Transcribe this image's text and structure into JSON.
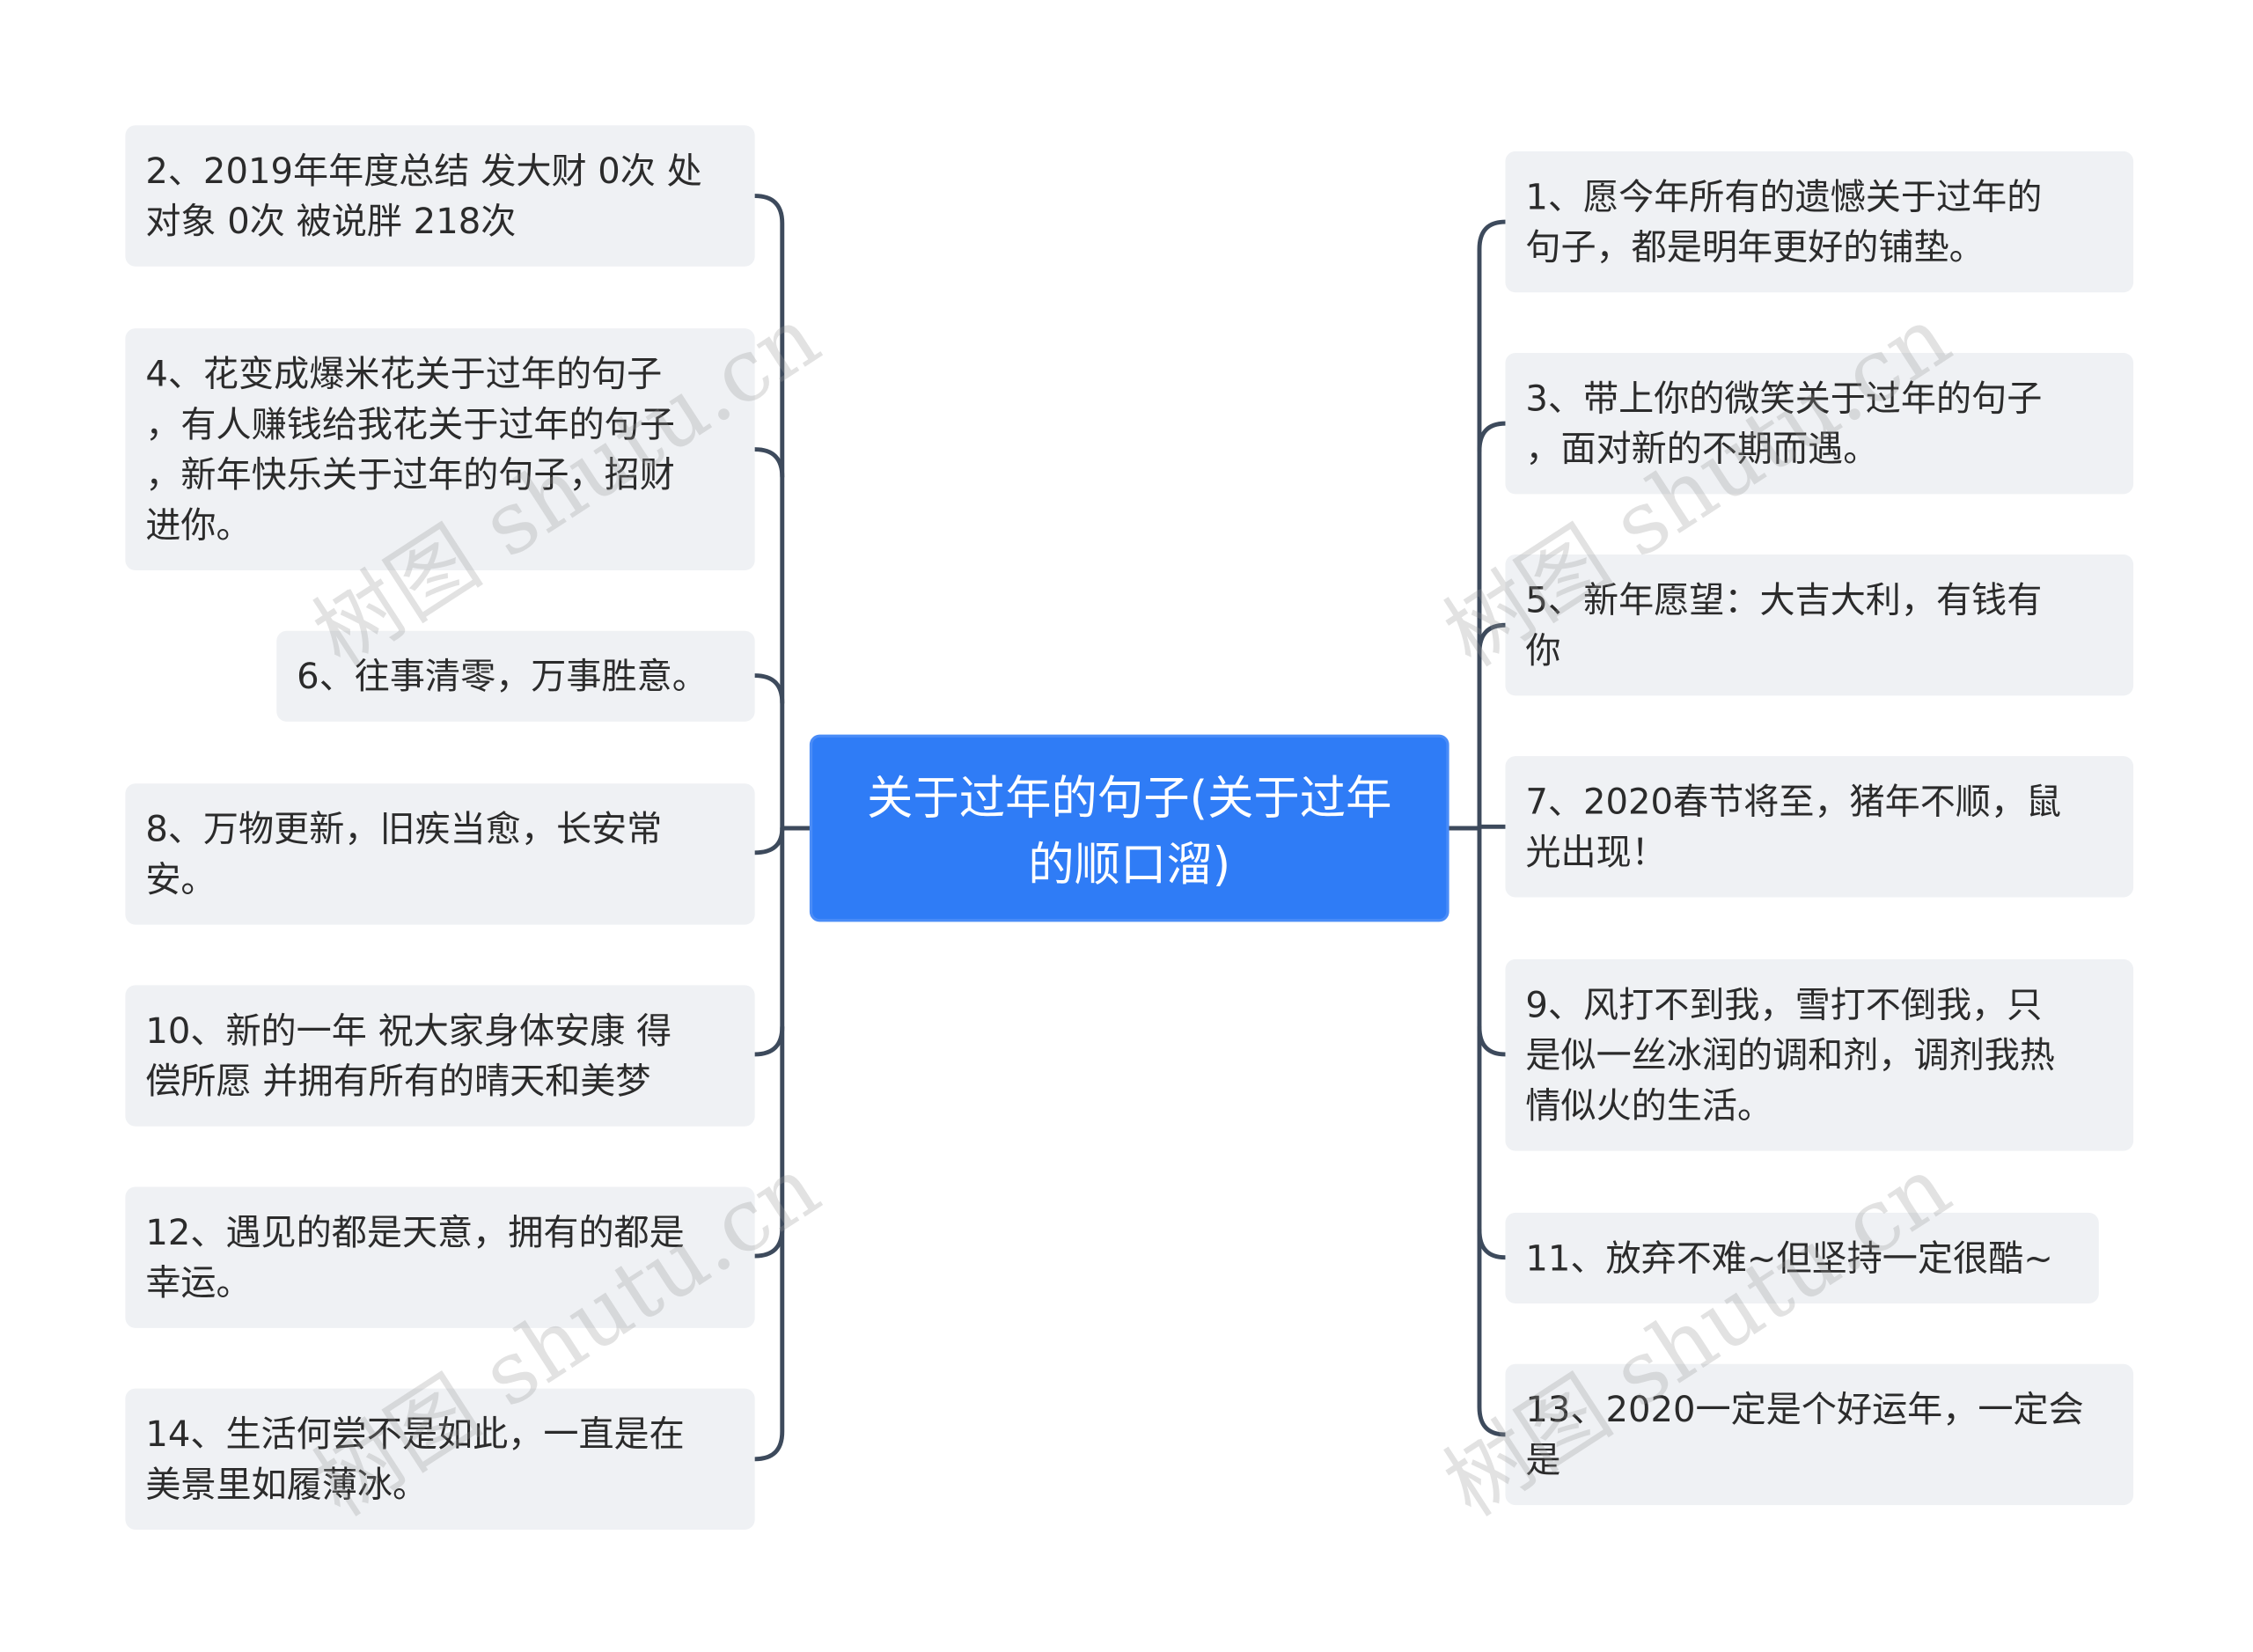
{
  "center": {
    "line1": "关于过年的句子(关于过年",
    "line2": "的顺口溜)"
  },
  "left_nodes": [
    {
      "lines": [
        "2、2019年年度总结 发大财 0次 处",
        "对象 0次 被说胖 218次"
      ]
    },
    {
      "lines": [
        "4、花变成爆米花关于过年的句子",
        "，有人赚钱给我花关于过年的句子",
        "，新年快乐关于过年的句子，招财",
        "进你。"
      ]
    },
    {
      "lines": [
        "6、往事清零，万事胜意。"
      ]
    },
    {
      "lines": [
        "8、万物更新，旧疾当愈，长安常",
        "安。"
      ]
    },
    {
      "lines": [
        "10、新的一年 祝大家身体安康 得",
        "偿所愿 并拥有所有的晴天和美梦"
      ]
    },
    {
      "lines": [
        "12、遇见的都是天意，拥有的都是",
        "幸运。"
      ]
    },
    {
      "lines": [
        "14、生活何尝不是如此，一直是在",
        "美景里如履薄冰。"
      ]
    }
  ],
  "right_nodes": [
    {
      "lines": [
        "1、愿今年所有的遗憾关于过年的",
        "句子，都是明年更好的铺垫。"
      ]
    },
    {
      "lines": [
        "3、带上你的微笑关于过年的句子",
        "，面对新的不期而遇。"
      ]
    },
    {
      "lines": [
        "5、新年愿望：大吉大利，有钱有",
        "你"
      ]
    },
    {
      "lines": [
        "7、2020春节将至，猪年不顺，鼠",
        "光出现！"
      ]
    },
    {
      "lines": [
        "9、风打不到我，雪打不倒我，只",
        "是似一丝冰润的调和剂，调剂我热",
        "情似火的生活。"
      ]
    },
    {
      "lines": [
        "11、放弃不难~但坚持一定很酷~"
      ]
    },
    {
      "lines": [
        "13、2020一定是个好运年，一定会",
        "是"
      ]
    }
  ],
  "watermark": "树图 shutu.cn",
  "colors": {
    "center_bg": "#2f7cf6",
    "node_bg": "#eff1f4",
    "connector": "#3d4a5c",
    "text": "#2b2b2b"
  }
}
